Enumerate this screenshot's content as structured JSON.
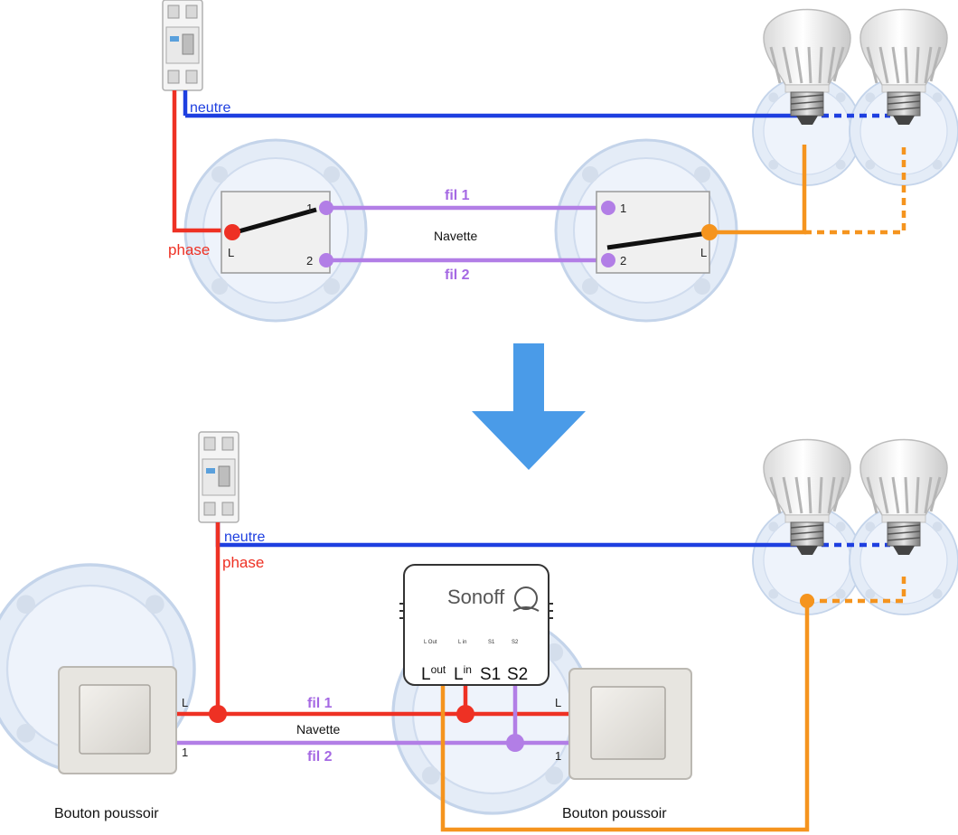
{
  "colors": {
    "neutral": "#1e3fe0",
    "phase": "#ee3124",
    "traveler": "#b27ee6",
    "lamp": "#f5941e",
    "box": "#e2ecf8",
    "box_stroke": "#c2d3ea",
    "switch_plate": "#eeeeee",
    "arrow": "#4a9be8",
    "label_neutral": "#1e3fe0",
    "label_phase": "#ee3124",
    "label_fil": "#a569e3"
  },
  "top": {
    "neutral_label": "neutre",
    "phase_label": "phase",
    "fil1_label": "fil 1",
    "fil2_label": "fil 2",
    "navette_label": "Navette",
    "left_switch": {
      "terminal_1": "1",
      "terminal_2": "2",
      "terminal_L": "L"
    },
    "right_switch": {
      "terminal_1": "1",
      "terminal_2": "2",
      "terminal_L": "L"
    }
  },
  "bottom": {
    "neutral_label": "neutre",
    "phase_label": "phase",
    "fil1_label": "fil 1",
    "fil2_label": "fil 2",
    "navette_label": "Navette",
    "left_button": {
      "terminal_L": "L",
      "terminal_1": "1",
      "caption": "Bouton poussoir"
    },
    "right_button": {
      "terminal_L": "L",
      "terminal_1": "1",
      "caption": "Bouton poussoir"
    },
    "sonoff": {
      "brand": "Sonoff",
      "small_labels": [
        "L Out",
        "L in",
        "S1",
        "S2"
      ],
      "terminal_lout_main": "L",
      "terminal_lout_sup": "out",
      "terminal_lin_main": "L",
      "terminal_lin_sup": "in",
      "terminal_s1": "S1",
      "terminal_s2": "S2"
    }
  }
}
